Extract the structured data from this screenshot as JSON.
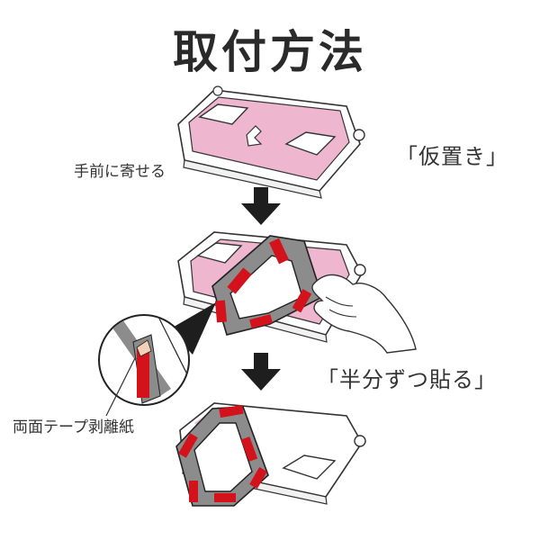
{
  "title": "取付方法",
  "steps": [
    {
      "label": "手前に寄せる",
      "note": "「仮置き」"
    },
    {
      "note": "「半分ずつ貼る」"
    }
  ],
  "callout_label": "両面テープ剥離紙",
  "colors": {
    "tray_fill": "#eeb6cf",
    "pad_red": "#d3121c",
    "bracket_gray": "#8c8c8c",
    "arrow": "#1e1e1e",
    "text": "#333333"
  },
  "icons": [
    "down-arrow-icon",
    "hand-icon",
    "magnifier-callout-icon"
  ]
}
